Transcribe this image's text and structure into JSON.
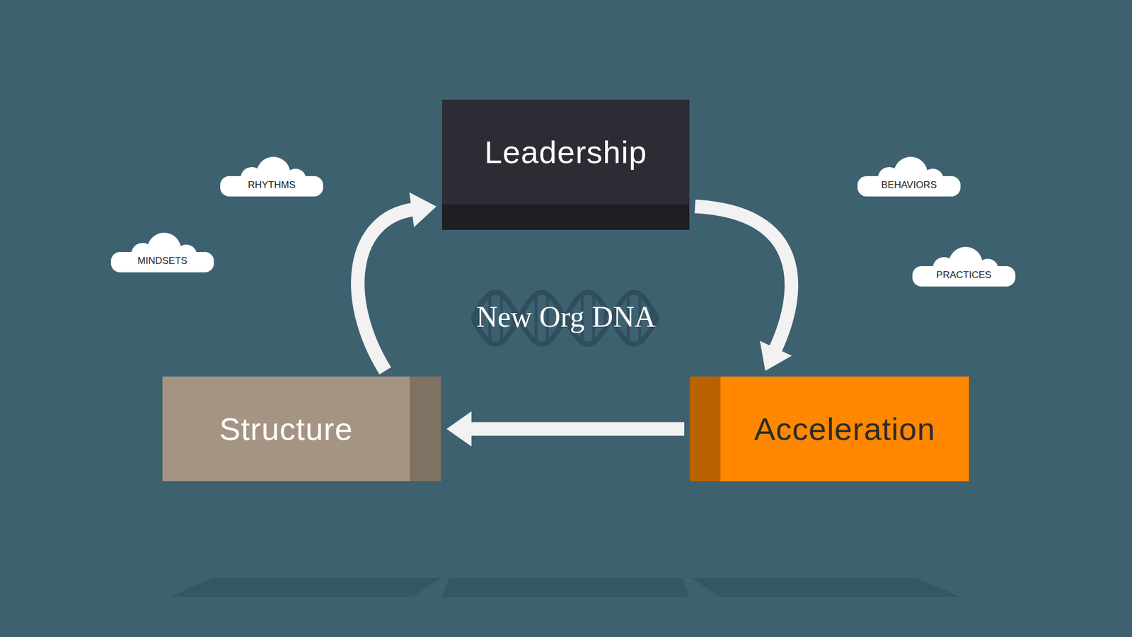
{
  "diagram": {
    "nodes": [
      {
        "text": [
          "Leadership"
        ]
      },
      {
        "text": [
          "Structure"
        ]
      },
      {
        "text": [
          "Acceleration"
        ]
      },
      {
        "text": [
          "RHYTHMS"
        ]
      },
      {
        "text": [
          "MINDSETS"
        ]
      },
      {
        "text": [
          "BEHAVIORS"
        ]
      },
      {
        "text": [
          "PRACTICES"
        ]
      }
    ],
    "edges": [
      {
        "from": 0,
        "to": 2,
        "arrow": "to"
      },
      {
        "from": 2,
        "to": 1,
        "arrow": "to"
      },
      {
        "from": 1,
        "to": 0,
        "arrow": "to"
      }
    ],
    "labels": [
      "New Org DNA"
    ]
  }
}
